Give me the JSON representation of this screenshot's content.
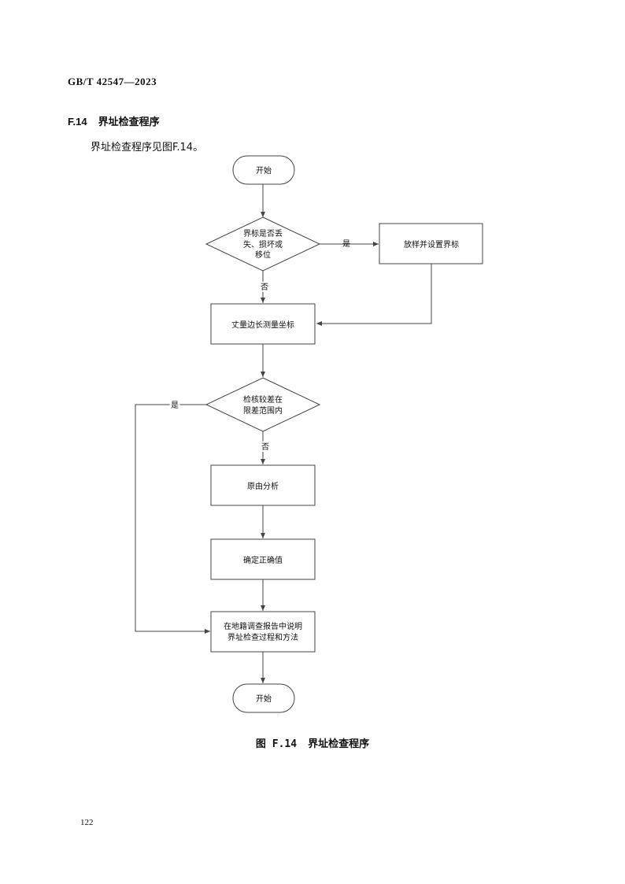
{
  "header": {
    "standard_id": "GB/T  42547—2023"
  },
  "section": {
    "number": "F.14",
    "title": "界址检查程序"
  },
  "intro": "界址检查程序见图F.14。",
  "flowchart": {
    "start": "开始",
    "decision1": {
      "line1": "界标是否丢",
      "line2": "失、损坏或",
      "line3": "移位"
    },
    "yes1": "是",
    "no1": "否",
    "repair": "放样并设置界标",
    "measure": "丈量边长测量坐标",
    "decision2": {
      "line1": "检核较差在",
      "line2": "限差范围内"
    },
    "yes2": "是",
    "no2": "否",
    "analyze": "原由分析",
    "determine": "确定正确值",
    "report": {
      "line1": "在地籍调查报告中说明",
      "line2": "界址检查过程和方法"
    },
    "end": "开始"
  },
  "caption": {
    "figure_no": "图 F.14",
    "title": "界址检查程序"
  },
  "page_number": "122"
}
